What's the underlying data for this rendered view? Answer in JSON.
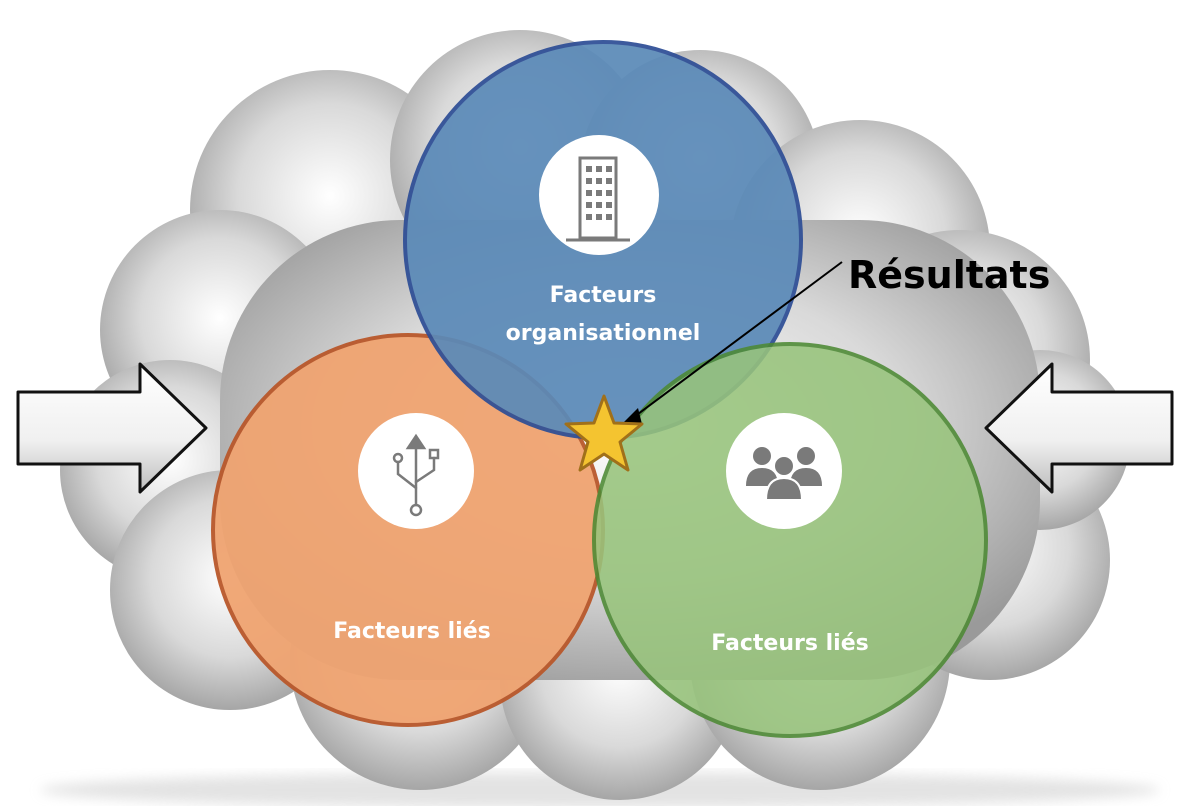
{
  "diagram": {
    "circles": [
      {
        "id": "top",
        "label_lines": [
          "Facteurs",
          "organisationnel"
        ],
        "icon": "building-icon",
        "fill": "#5b8ab8",
        "stroke": "#2e4e96"
      },
      {
        "id": "left",
        "label_lines": [
          "Facteurs liés"
        ],
        "icon": "usb-icon",
        "fill": "#f0a471",
        "stroke": "#b9582b"
      },
      {
        "id": "right",
        "label_lines": [
          "Facteurs liés"
        ],
        "icon": "people-icon",
        "fill": "#98c47c",
        "stroke": "#4d8a34"
      }
    ],
    "result_label": "Résultats",
    "star_color": "#f4c430",
    "background_shape": "cloud",
    "cloud_color": "#c8c8c8",
    "left_arrow": "arrow-right-icon",
    "right_arrow": "arrow-left-icon"
  }
}
